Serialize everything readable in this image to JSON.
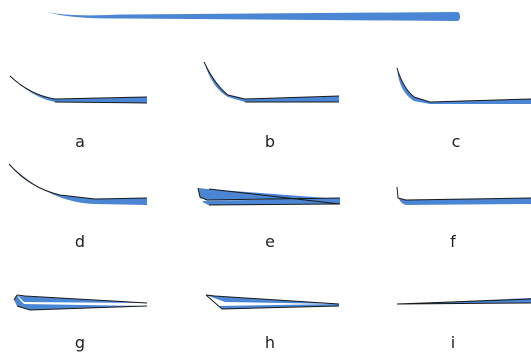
{
  "colors": {
    "fill": "#4a86d4",
    "stroke": "#1a1a1a",
    "label": "#222222"
  },
  "top_shape": {
    "name": "reference-stroke-shape"
  },
  "options": [
    {
      "id": "a",
      "label": "a"
    },
    {
      "id": "b",
      "label": "b"
    },
    {
      "id": "c",
      "label": "c"
    },
    {
      "id": "d",
      "label": "d"
    },
    {
      "id": "e",
      "label": "e"
    },
    {
      "id": "f",
      "label": "f"
    },
    {
      "id": "g",
      "label": "g"
    },
    {
      "id": "h",
      "label": "h"
    },
    {
      "id": "i",
      "label": "i"
    }
  ]
}
